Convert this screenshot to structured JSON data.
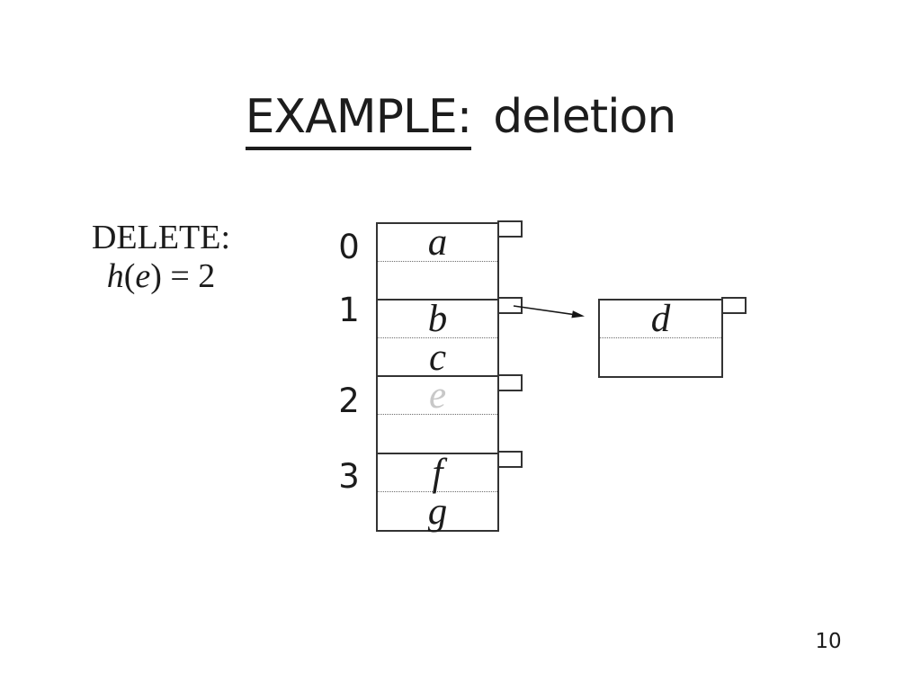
{
  "title": {
    "highlight": "EXAMPLE:",
    "rest": "deletion"
  },
  "delete_panel": {
    "label": "DELETE:",
    "formula": {
      "fn": "h",
      "lparen": "(",
      "arg": "e",
      "rparen": ")",
      "rhs": ") = 2"
    }
  },
  "hash_table": {
    "buckets": [
      {
        "index": "0",
        "slots": [
          "a",
          ""
        ],
        "deleted": false
      },
      {
        "index": "1",
        "slots": [
          "b",
          "c"
        ],
        "deleted": false
      },
      {
        "index": "2",
        "slots": [
          "e",
          ""
        ],
        "deleted": true
      },
      {
        "index": "3",
        "slots": [
          "f",
          "g"
        ],
        "deleted": false
      }
    ],
    "overflow_box": {
      "slots": [
        "d",
        ""
      ]
    }
  },
  "footer": {
    "page_number": "10"
  },
  "colors": {
    "ink": "#1c1c1c",
    "line": "#333333",
    "dotted": "#6b6b6b",
    "deleted_text": "#c8c8c8"
  }
}
